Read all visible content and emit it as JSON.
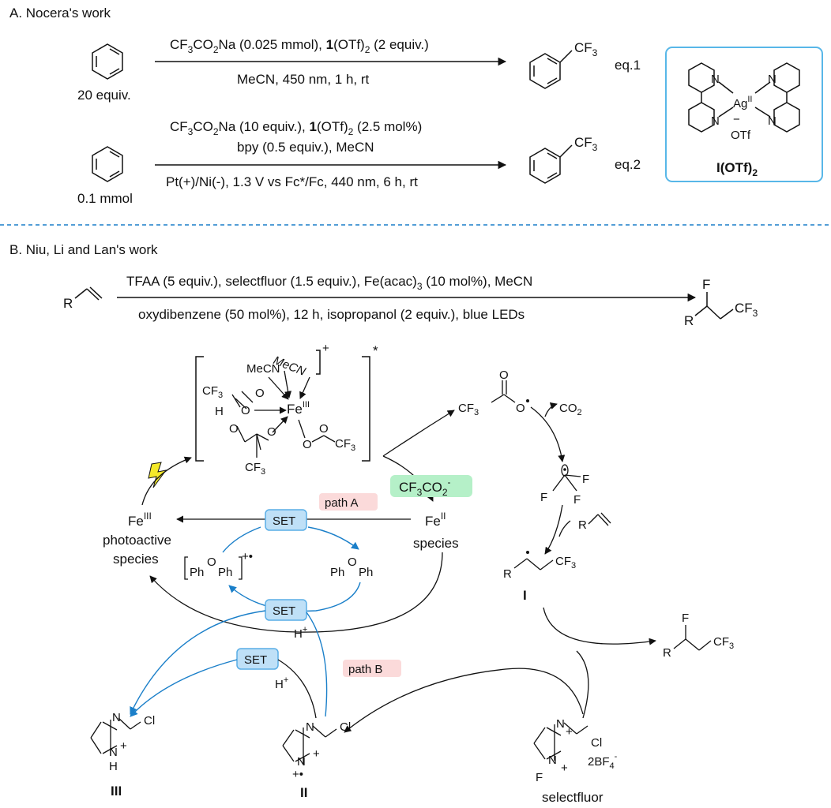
{
  "colors": {
    "blue": "#1a7fc9",
    "set_fill": "#bfe0f7",
    "set_stroke": "#5aaee6",
    "green": "#b5f0c8",
    "pink": "#fbdada",
    "box_stroke": "#58b7e8",
    "lightning": "#f4e92a",
    "ink": "#111111"
  },
  "section_a": {
    "title": "A. Nocera's work",
    "eq1": {
      "top_prefix": "CF",
      "top_sub1": "3",
      "top_mid": "CO",
      "top_sub2": "2",
      "top_rest": "Na (0.025 mmol), ",
      "top_bold": "1",
      "top_otf": "(OTf)",
      "top_sub3": "2",
      "top_end": " (2 equiv.)",
      "bottom": "MeCN, 450 nm, 1 h, rt",
      "reagent_amount": "20 equiv.",
      "product_cf": "CF",
      "product_sub": "3",
      "label": "eq.1"
    },
    "eq2": {
      "line1_prefix": "CF",
      "line1_sub1": "3",
      "line1_mid": "CO",
      "line1_sub2": "2",
      "line1_rest": "Na (10 equiv.), ",
      "line1_bold": "1",
      "line1_otf": "(OTf)",
      "line1_sub3": "2",
      "line1_end": " (2.5 mol%)",
      "line2": "bpy (0.5 equiv.), MeCN",
      "bottom": "Pt(+)/Ni(-), 1.3 V vs Fc*/Fc, 440 nm, 6 h, rt",
      "reagent_amount": "0.1 mmol",
      "product_cf": "CF",
      "product_sub": "3",
      "label": "eq.2"
    },
    "complex": {
      "n1": "N",
      "n2": "N",
      "n3": "N",
      "n4": "N",
      "ag": "Ag",
      "ag_sup": "II",
      "minus": "−",
      "otf": "OTf",
      "label_main": "I(OTf)",
      "label_sub": "2"
    }
  },
  "section_b": {
    "title": "B. Niu, Li and Lan's work",
    "reaction": {
      "top": "TFAA (5 equiv.), selectfluor (1.5 equiv.), Fe(acac)",
      "top_sub": "3",
      "top_end": " (10 mol%), MeCN",
      "bottom": "oxydibenzene (50 mol%), 12 h, isopropanol (2 equiv.), blue LEDs",
      "r_label": "R",
      "product_f": "F",
      "product_r": "R",
      "product_cf": "CF",
      "product_sub": "3"
    },
    "fe_complex": {
      "mecn1": "MeCN",
      "mecn2": "MeCN",
      "charge": "+",
      "star": "*",
      "cf3_a": "CF",
      "cf3_a_sub": "3",
      "o1": "O",
      "o2": "O",
      "fe": "Fe",
      "fe_sup": "III",
      "h": "H",
      "o3": "O",
      "o4": "O",
      "o5": "O",
      "o6": "O",
      "cf3_b": "CF",
      "cf3_b_sub": "3",
      "cf3_c": "CF",
      "cf3_c_sub": "3"
    },
    "radical_chain": {
      "tfa_radical_cf": "CF",
      "tfa_radical_sub": "3",
      "o_top": "O",
      "o_rad": "O",
      "co2": "CO",
      "co2_sub": "2",
      "f1": "F",
      "f2": "F",
      "f3": "F",
      "alkene_r": "R",
      "int_r": "R",
      "int_cf": "CF",
      "int_sub": "3",
      "int_label": "I",
      "prod_f": "F",
      "prod_r": "R",
      "prod_cf": "CF",
      "prod_sub": "3"
    },
    "cycle": {
      "cf3co2_minus": "CF",
      "cf3co2_sub1": "3",
      "cf3co2_mid": "CO",
      "cf3co2_sub2": "2",
      "cf3co2_sup": "-",
      "fe3_label": "Fe",
      "fe3_sup": "III",
      "fe3_line2": "photoactive",
      "fe3_line3": "species",
      "fe2_label": "Fe",
      "fe2_sup": "II",
      "fe2_line2": "species",
      "set1": "SET",
      "set2": "SET",
      "set3": "SET",
      "path_a": "path A",
      "path_b": "path B",
      "ether_cation_ph1": "Ph",
      "ether_cation_o": "O",
      "ether_cation_ph2": "Ph",
      "ether_cation_charge": "+•",
      "ether_ph1": "Ph",
      "ether_o": "O",
      "ether_ph2": "Ph",
      "h_plus_1": "H",
      "h_plus_2": "H",
      "plus": "+"
    },
    "amines": {
      "iii_n": "N",
      "iii_cl": "Cl",
      "iii_nh": "N",
      "iii_h": "H",
      "iii_label": "III",
      "ii_n1": "N",
      "ii_cl": "Cl",
      "ii_n2": "N",
      "ii_charge": "+•",
      "ii_label": "II",
      "sf_n1": "N",
      "sf_cl": "Cl",
      "sf_n2": "N",
      "sf_f": "F",
      "sf_bf4": "2BF",
      "sf_bf4_sub": "4",
      "sf_bf4_sup": "-",
      "sf_label": "selectfluor"
    }
  }
}
